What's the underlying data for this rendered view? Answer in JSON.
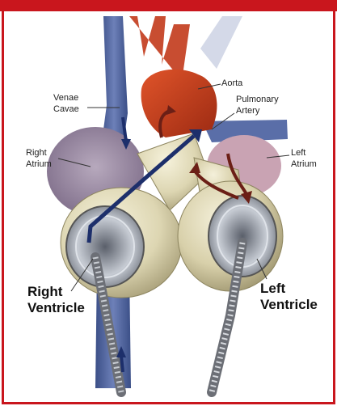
{
  "labels": {
    "venae_cavae": [
      "Venae",
      "Cavae"
    ],
    "right_atrium": [
      "Right",
      "Atrium"
    ],
    "aorta": "Aorta",
    "pulmonary_artery": [
      "Pulmonary",
      "Artery"
    ],
    "left_atrium": [
      "Left",
      "Atrium"
    ],
    "right_ventricle": [
      "Right",
      "Ventricle"
    ],
    "left_ventricle": [
      "Left",
      "Ventricle"
    ]
  },
  "colors": {
    "frame": "#c9161d",
    "vein": "#4a5f9a",
    "artery": "#c0391c",
    "device_shell": "#e3dec0",
    "flow_arrow": "#1d2f6b",
    "left_flow_arrow": "#6b1f16"
  }
}
